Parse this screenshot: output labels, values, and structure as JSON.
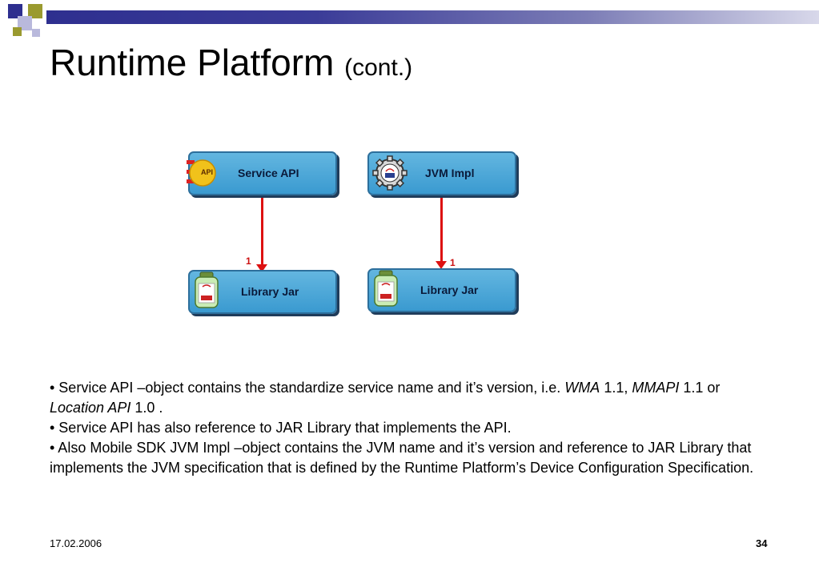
{
  "slide": {
    "title": "Runtime Platform",
    "title_suffix": "(cont.)",
    "footer_date": "17.02.2006",
    "page_number": "34"
  },
  "diagram": {
    "nodes": [
      {
        "id": "service-api",
        "label": "Service API",
        "icon": "api-plug-icon",
        "icon_text": "API"
      },
      {
        "id": "jvm-impl",
        "label": "JVM Impl",
        "icon": "java-gear-icon"
      },
      {
        "id": "library-jar-left",
        "label": "Library Jar",
        "icon": "java-jar-icon"
      },
      {
        "id": "library-jar-right",
        "label": "Library Jar",
        "icon": "java-jar-icon"
      }
    ],
    "edges": [
      {
        "from": "service-api",
        "to": "library-jar-left",
        "label": "1"
      },
      {
        "from": "jvm-impl",
        "to": "library-jar-right",
        "label": "1"
      }
    ],
    "colors": {
      "box": "#4aa6d8",
      "edge": "#dd1111",
      "header_bar": "#2e2f8f"
    }
  },
  "bullets": {
    "b1_a": "• Service API –object contains the standardize service name and it’s version, i.e. ",
    "b1_b": "WMA",
    "b1_c": " 1.1, ",
    "b1_d": "MMAPI",
    "b1_e": " 1.1 or ",
    "b1_f": "Location API",
    "b1_g": " 1.0 .",
    "b2": "• Service API has also reference to JAR Library that implements the API.",
    "b3": "• Also Mobile SDK JVM Impl –object contains the JVM name and it’s version and reference to JAR Library that implements the JVM specification that is defined by the Runtime Platform’s Device Configuration Specification."
  }
}
